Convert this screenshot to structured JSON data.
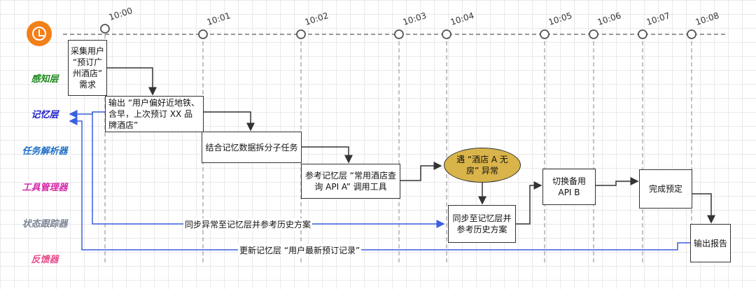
{
  "lanes": [
    {
      "label": "感知层",
      "color": "#1f8a1f"
    },
    {
      "label": "记忆层",
      "color": "#2222cc"
    },
    {
      "label": "任务解析器",
      "color": "#1e6fc7"
    },
    {
      "label": "工具管理器",
      "color": "#d42aa8"
    },
    {
      "label": "状态跟踪器",
      "color": "#7b8595"
    },
    {
      "label": "反馈器",
      "color": "#e84c8c"
    }
  ],
  "times": [
    "10:00",
    "10:01",
    "10:02",
    "10:03",
    "10:04",
    "10:05",
    "10:06",
    "10:07",
    "10:08"
  ],
  "nodes": {
    "collect": "采集用户 “预订广州酒店” 需求",
    "output_pref": "输出 “用户偏好近地铁、含早，上次预订 XX 品牌酒店”",
    "split": "结合记忆数据拆分子任务",
    "call_api": "参考记忆层 “常用酒店查询 API A” 调用工具",
    "exception": "遇 “酒店 A 无房” 异常",
    "sync": "同步至记忆层并参考历史方案",
    "switch": "切换备用 API B",
    "complete": "完成预定",
    "report": "输出报告"
  },
  "edge_labels": {
    "sync_back": "同步异常至记忆层并参考历史方案",
    "update_memory": "更新记忆层 “用户最新预订记录”"
  },
  "colors": {
    "timeline_icon": "#f37f18",
    "exception_fill": "#d9b44a",
    "feedback_arrow": "#3a5fe0",
    "flow_arrow": "#333333"
  }
}
